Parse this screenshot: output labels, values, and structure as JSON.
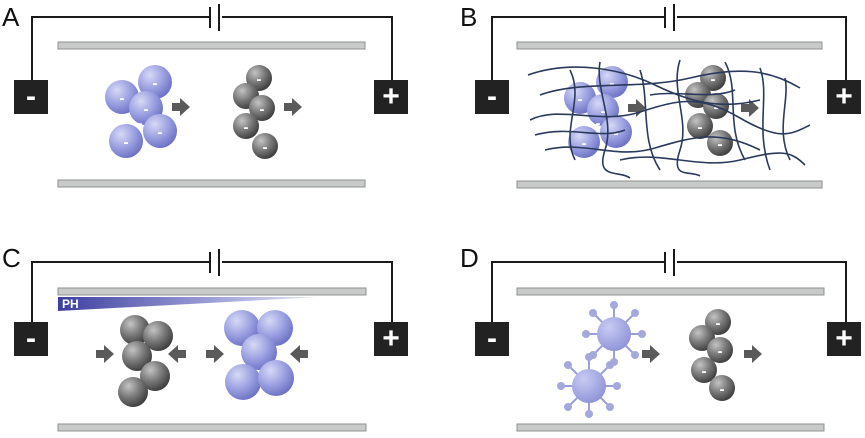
{
  "colors": {
    "wire": "#1a1a1a",
    "electrode": "#222222",
    "plate_fill": "#c8cac9",
    "plate_stroke": "#8e9190",
    "arrow": "#5a5a5a",
    "gel_fiber": "#2a3a5c",
    "blue_particle": "#8a8fd6",
    "gray_particle": "#6e6e6e",
    "ph_gradient": "#3d3fa0"
  },
  "panels": [
    {
      "letter": "A",
      "electrodes": {
        "negative": "-",
        "positive": "+"
      },
      "clusters": [
        {
          "color": "blue",
          "charges": [
            "-",
            "-",
            "-",
            "-",
            "-",
            "-"
          ]
        },
        {
          "color": "gray",
          "charges": [
            "-",
            "-",
            "-",
            "-"
          ]
        }
      ]
    },
    {
      "letter": "B",
      "electrodes": {
        "negative": "-",
        "positive": "+"
      },
      "clusters": [
        {
          "color": "blue",
          "charges": [
            "-",
            "-",
            "-",
            "-",
            "-",
            "-"
          ]
        },
        {
          "color": "gray",
          "charges": [
            "-",
            "-",
            "-",
            "-"
          ]
        }
      ]
    },
    {
      "letter": "C",
      "electrodes": {
        "negative": "-",
        "positive": "+"
      },
      "gradient_label": "PH",
      "clusters": [
        {
          "color": "gray",
          "charges": []
        },
        {
          "color": "blue",
          "charges": []
        }
      ]
    },
    {
      "letter": "D",
      "electrodes": {
        "negative": "-",
        "positive": "+"
      },
      "clusters": [
        {
          "color": "blue",
          "charges": []
        },
        {
          "color": "gray",
          "charges": [
            "-",
            "-",
            "-",
            "-"
          ]
        }
      ]
    }
  ]
}
